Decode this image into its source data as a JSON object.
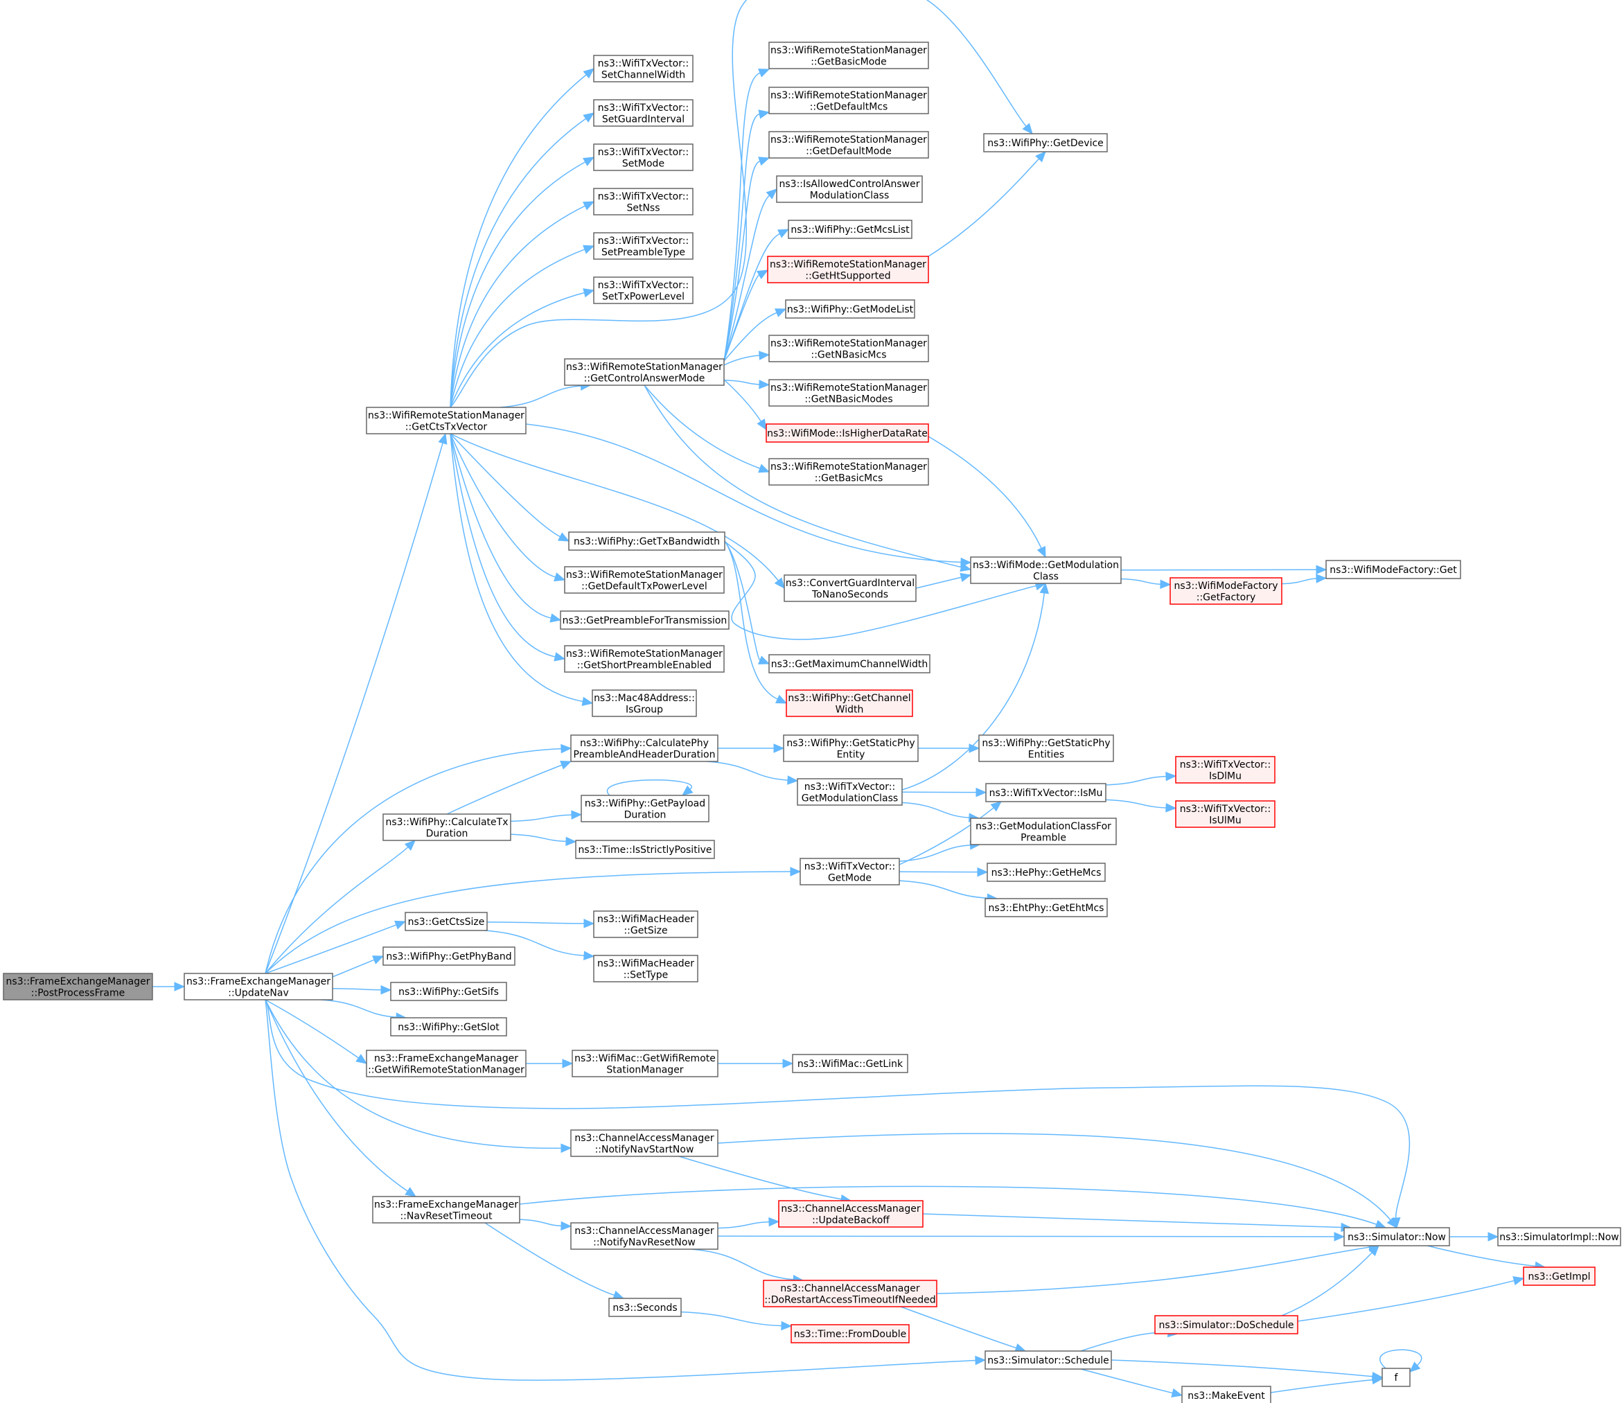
{
  "nodes": [
    {
      "id": "root",
      "lines": [
        "ns3::FrameExchangeManager",
        "::PostProcessFrame"
      ],
      "style": "root"
    },
    {
      "id": "updateNav",
      "lines": [
        "ns3::FrameExchangeManager",
        "::UpdateNav"
      ],
      "style": "normal"
    },
    {
      "id": "getCtsTx",
      "lines": [
        "ns3::WifiRemoteStationManager",
        "::GetCtsTxVector"
      ],
      "style": "normal"
    },
    {
      "id": "setChW",
      "lines": [
        "ns3::WifiTxVector::",
        "SetChannelWidth"
      ],
      "style": "normal"
    },
    {
      "id": "setGI",
      "lines": [
        "ns3::WifiTxVector::",
        "SetGuardInterval"
      ],
      "style": "normal"
    },
    {
      "id": "setMode",
      "lines": [
        "ns3::WifiTxVector::",
        "SetMode"
      ],
      "style": "normal"
    },
    {
      "id": "setNss",
      "lines": [
        "ns3::WifiTxVector::",
        "SetNss"
      ],
      "style": "normal"
    },
    {
      "id": "setPre",
      "lines": [
        "ns3::WifiTxVector::",
        "SetPreambleType"
      ],
      "style": "normal"
    },
    {
      "id": "setTxP",
      "lines": [
        "ns3::WifiTxVector::",
        "SetTxPowerLevel"
      ],
      "style": "normal"
    },
    {
      "id": "getCtrlAns",
      "lines": [
        "ns3::WifiRemoteStationManager",
        "::GetControlAnswerMode"
      ],
      "style": "normal"
    },
    {
      "id": "getBasicMode",
      "lines": [
        "ns3::WifiRemoteStationManager",
        "::GetBasicMode"
      ],
      "style": "normal"
    },
    {
      "id": "getDefMcs",
      "lines": [
        "ns3::WifiRemoteStationManager",
        "::GetDefaultMcs"
      ],
      "style": "normal"
    },
    {
      "id": "getDefMode",
      "lines": [
        "ns3::WifiRemoteStationManager",
        "::GetDefaultMode"
      ],
      "style": "normal"
    },
    {
      "id": "isAllowed",
      "lines": [
        "ns3::IsAllowedControlAnswer",
        "ModulationClass"
      ],
      "style": "normal"
    },
    {
      "id": "getMcsList",
      "lines": [
        "ns3::WifiPhy::GetMcsList"
      ],
      "style": "normal"
    },
    {
      "id": "getHtSup",
      "lines": [
        "ns3::WifiRemoteStationManager",
        "::GetHtSupported"
      ],
      "style": "red"
    },
    {
      "id": "getModeList",
      "lines": [
        "ns3::WifiPhy::GetModeList"
      ],
      "style": "normal"
    },
    {
      "id": "getNBasicMcs",
      "lines": [
        "ns3::WifiRemoteStationManager",
        "::GetNBasicMcs"
      ],
      "style": "normal"
    },
    {
      "id": "getNBasicModes",
      "lines": [
        "ns3::WifiRemoteStationManager",
        "::GetNBasicModes"
      ],
      "style": "normal"
    },
    {
      "id": "isHigher",
      "lines": [
        "ns3::WifiMode::IsHigherDataRate"
      ],
      "style": "red"
    },
    {
      "id": "getBasicMcs",
      "lines": [
        "ns3::WifiRemoteStationManager",
        "::GetBasicMcs"
      ],
      "style": "normal"
    },
    {
      "id": "getDevice",
      "lines": [
        "ns3::WifiPhy::GetDevice"
      ],
      "style": "normal"
    },
    {
      "id": "getModClass",
      "lines": [
        "ns3::WifiMode::GetModulation",
        "Class"
      ],
      "style": "normal"
    },
    {
      "id": "wmfGet",
      "lines": [
        "ns3::WifiModeFactory::Get"
      ],
      "style": "normal"
    },
    {
      "id": "wmfGetFactory",
      "lines": [
        "ns3::WifiModeFactory",
        "::GetFactory"
      ],
      "style": "red"
    },
    {
      "id": "getTxBw",
      "lines": [
        "ns3::WifiPhy::GetTxBandwidth"
      ],
      "style": "normal"
    },
    {
      "id": "getDefTxPow",
      "lines": [
        "ns3::WifiRemoteStationManager",
        "::GetDefaultTxPowerLevel"
      ],
      "style": "normal"
    },
    {
      "id": "getPreForTx",
      "lines": [
        "ns3::GetPreambleForTransmission"
      ],
      "style": "normal"
    },
    {
      "id": "getShortPre",
      "lines": [
        "ns3::WifiRemoteStationManager",
        "::GetShortPreambleEnabled"
      ],
      "style": "normal"
    },
    {
      "id": "isGroup",
      "lines": [
        "ns3::Mac48Address::",
        "IsGroup"
      ],
      "style": "normal"
    },
    {
      "id": "convGI",
      "lines": [
        "ns3::ConvertGuardInterval",
        "ToNanoSeconds"
      ],
      "style": "normal"
    },
    {
      "id": "getMaxChW",
      "lines": [
        "ns3::GetMaximumChannelWidth"
      ],
      "style": "normal"
    },
    {
      "id": "getChW",
      "lines": [
        "ns3::WifiPhy::GetChannel",
        "Width"
      ],
      "style": "red"
    },
    {
      "id": "calcPhyPre",
      "lines": [
        "ns3::WifiPhy::CalculatePhy",
        "PreambleAndHeaderDuration"
      ],
      "style": "normal"
    },
    {
      "id": "getStaticPhyEntity",
      "lines": [
        "ns3::WifiPhy::GetStaticPhy",
        "Entity"
      ],
      "style": "normal"
    },
    {
      "id": "getStaticPhyEntities",
      "lines": [
        "ns3::WifiPhy::GetStaticPhy",
        "Entities"
      ],
      "style": "normal"
    },
    {
      "id": "txvGetModClass",
      "lines": [
        "ns3::WifiTxVector::",
        "GetModulationClass"
      ],
      "style": "normal"
    },
    {
      "id": "calcTxDur",
      "lines": [
        "ns3::WifiPhy::CalculateTx",
        "Duration"
      ],
      "style": "normal"
    },
    {
      "id": "getPayloadDur",
      "lines": [
        "ns3::WifiPhy::GetPayload",
        "Duration"
      ],
      "style": "normal"
    },
    {
      "id": "isStrictlyPos",
      "lines": [
        "ns3::Time::IsStrictlyPositive"
      ],
      "style": "normal"
    },
    {
      "id": "isMu",
      "lines": [
        "ns3::WifiTxVector::IsMu"
      ],
      "style": "normal"
    },
    {
      "id": "isDlMu",
      "lines": [
        "ns3::WifiTxVector::",
        "IsDlMu"
      ],
      "style": "red"
    },
    {
      "id": "isUlMu",
      "lines": [
        "ns3::WifiTxVector::",
        "IsUlMu"
      ],
      "style": "red"
    },
    {
      "id": "getModClassForPre",
      "lines": [
        "ns3::GetModulationClassFor",
        "Preamble"
      ],
      "style": "normal"
    },
    {
      "id": "txvGetMode",
      "lines": [
        "ns3::WifiTxVector::",
        "GetMode"
      ],
      "style": "normal"
    },
    {
      "id": "getHeMcs",
      "lines": [
        "ns3::HePhy::GetHeMcs"
      ],
      "style": "normal"
    },
    {
      "id": "getEhtMcs",
      "lines": [
        "ns3::EhtPhy::GetEhtMcs"
      ],
      "style": "normal"
    },
    {
      "id": "getCtsSize",
      "lines": [
        "ns3::GetCtsSize"
      ],
      "style": "normal"
    },
    {
      "id": "macGetSize",
      "lines": [
        "ns3::WifiMacHeader",
        "::GetSize"
      ],
      "style": "normal"
    },
    {
      "id": "macSetType",
      "lines": [
        "ns3::WifiMacHeader",
        "::SetType"
      ],
      "style": "normal"
    },
    {
      "id": "getPhyBand",
      "lines": [
        "ns3::WifiPhy::GetPhyBand"
      ],
      "style": "normal"
    },
    {
      "id": "getSifs",
      "lines": [
        "ns3::WifiPhy::GetSifs"
      ],
      "style": "normal"
    },
    {
      "id": "getSlot",
      "lines": [
        "ns3::WifiPhy::GetSlot"
      ],
      "style": "normal"
    },
    {
      "id": "femGetWrsm",
      "lines": [
        "ns3::FrameExchangeManager",
        "::GetWifiRemoteStationManager"
      ],
      "style": "normal"
    },
    {
      "id": "macGetWrsm",
      "lines": [
        "ns3::WifiMac::GetWifiRemote",
        "StationManager"
      ],
      "style": "normal"
    },
    {
      "id": "macGetLink",
      "lines": [
        "ns3::WifiMac::GetLink"
      ],
      "style": "normal"
    },
    {
      "id": "notifyNavStart",
      "lines": [
        "ns3::ChannelAccessManager",
        "::NotifyNavStartNow"
      ],
      "style": "normal"
    },
    {
      "id": "navResetTimeout",
      "lines": [
        "ns3::FrameExchangeManager",
        "::NavResetTimeout"
      ],
      "style": "normal"
    },
    {
      "id": "updateBackoff",
      "lines": [
        "ns3::ChannelAccessManager",
        "::UpdateBackoff"
      ],
      "style": "red"
    },
    {
      "id": "notifyNavReset",
      "lines": [
        "ns3::ChannelAccessManager",
        "::NotifyNavResetNow"
      ],
      "style": "normal"
    },
    {
      "id": "doRestart",
      "lines": [
        "ns3::ChannelAccessManager",
        "::DoRestartAccessTimeoutIfNeeded"
      ],
      "style": "red"
    },
    {
      "id": "seconds",
      "lines": [
        "ns3::Seconds"
      ],
      "style": "normal"
    },
    {
      "id": "fromDouble",
      "lines": [
        "ns3::Time::FromDouble"
      ],
      "style": "red"
    },
    {
      "id": "simNow",
      "lines": [
        "ns3::Simulator::Now"
      ],
      "style": "normal"
    },
    {
      "id": "simImplNow",
      "lines": [
        "ns3::SimulatorImpl::Now"
      ],
      "style": "normal"
    },
    {
      "id": "getImpl",
      "lines": [
        "ns3::GetImpl"
      ],
      "style": "red"
    },
    {
      "id": "doSchedule",
      "lines": [
        "ns3::Simulator::DoSchedule"
      ],
      "style": "red"
    },
    {
      "id": "schedule",
      "lines": [
        "ns3::Simulator::Schedule"
      ],
      "style": "normal"
    },
    {
      "id": "f",
      "lines": [
        "f"
      ],
      "style": "normal"
    },
    {
      "id": "makeEvent",
      "lines": [
        "ns3::MakeEvent"
      ],
      "style": "normal"
    }
  ],
  "edges": [
    [
      "root",
      "updateNav"
    ],
    [
      "updateNav",
      "getCtsTx"
    ],
    [
      "getCtsTx",
      "setChW"
    ],
    [
      "getCtsTx",
      "setGI"
    ],
    [
      "getCtsTx",
      "setMode"
    ],
    [
      "getCtsTx",
      "setNss"
    ],
    [
      "getCtsTx",
      "setPre"
    ],
    [
      "getCtsTx",
      "setTxP"
    ],
    [
      "getCtsTx",
      "getCtrlAns"
    ],
    [
      "getCtsTx",
      "getDevice"
    ],
    [
      "getCtsTx",
      "getModClass"
    ],
    [
      "getCtsTx",
      "getTxBw"
    ],
    [
      "getCtsTx",
      "getDefTxPow"
    ],
    [
      "getCtsTx",
      "getPreForTx"
    ],
    [
      "getCtsTx",
      "getShortPre"
    ],
    [
      "getCtsTx",
      "isGroup"
    ],
    [
      "getCtsTx",
      "convGI"
    ],
    [
      "getCtrlAns",
      "getBasicMode"
    ],
    [
      "getCtrlAns",
      "getDefMcs"
    ],
    [
      "getCtrlAns",
      "getDefMode"
    ],
    [
      "getCtrlAns",
      "isAllowed"
    ],
    [
      "getCtrlAns",
      "getMcsList"
    ],
    [
      "getCtrlAns",
      "getHtSup"
    ],
    [
      "getCtrlAns",
      "getModeList"
    ],
    [
      "getCtrlAns",
      "getNBasicMcs"
    ],
    [
      "getCtrlAns",
      "getNBasicModes"
    ],
    [
      "getCtrlAns",
      "isHigher"
    ],
    [
      "getCtrlAns",
      "getBasicMcs"
    ],
    [
      "getCtrlAns",
      "getModClass"
    ],
    [
      "getHtSup",
      "getDevice"
    ],
    [
      "isHigher",
      "getModClass"
    ],
    [
      "getModClass",
      "wmfGet"
    ],
    [
      "getModClass",
      "wmfGetFactory"
    ],
    [
      "wmfGetFactory",
      "wmfGet"
    ],
    [
      "getTxBw",
      "getModClass"
    ],
    [
      "getTxBw",
      "getMaxChW"
    ],
    [
      "getTxBw",
      "getChW"
    ],
    [
      "convGI",
      "getModClass"
    ],
    [
      "updateNav",
      "calcPhyPre"
    ],
    [
      "calcPhyPre",
      "getStaticPhyEntity"
    ],
    [
      "calcPhyPre",
      "txvGetModClass"
    ],
    [
      "getStaticPhyEntity",
      "getStaticPhyEntities"
    ],
    [
      "txvGetModClass",
      "getModClass"
    ],
    [
      "txvGetModClass",
      "isMu"
    ],
    [
      "txvGetModClass",
      "getModClassForPre"
    ],
    [
      "updateNav",
      "calcTxDur"
    ],
    [
      "calcTxDur",
      "calcPhyPre"
    ],
    [
      "calcTxDur",
      "getPayloadDur"
    ],
    [
      "calcTxDur",
      "isStrictlyPos"
    ],
    [
      "getPayloadDur",
      "getPayloadDur"
    ],
    [
      "isMu",
      "isDlMu"
    ],
    [
      "isMu",
      "isUlMu"
    ],
    [
      "updateNav",
      "txvGetMode"
    ],
    [
      "txvGetMode",
      "isMu"
    ],
    [
      "txvGetMode",
      "getModClassForPre"
    ],
    [
      "txvGetMode",
      "getHeMcs"
    ],
    [
      "txvGetMode",
      "getEhtMcs"
    ],
    [
      "updateNav",
      "getCtsSize"
    ],
    [
      "getCtsSize",
      "macGetSize"
    ],
    [
      "getCtsSize",
      "macSetType"
    ],
    [
      "updateNav",
      "getPhyBand"
    ],
    [
      "updateNav",
      "getSifs"
    ],
    [
      "updateNav",
      "getSlot"
    ],
    [
      "updateNav",
      "femGetWrsm"
    ],
    [
      "femGetWrsm",
      "macGetWrsm"
    ],
    [
      "macGetWrsm",
      "macGetLink"
    ],
    [
      "updateNav",
      "simNow"
    ],
    [
      "updateNav",
      "notifyNavStart"
    ],
    [
      "notifyNavStart",
      "simNow"
    ],
    [
      "notifyNavStart",
      "updateBackoff"
    ],
    [
      "updateNav",
      "navResetTimeout"
    ],
    [
      "navResetTimeout",
      "simNow"
    ],
    [
      "navResetTimeout",
      "notifyNavReset"
    ],
    [
      "navResetTimeout",
      "seconds"
    ],
    [
      "notifyNavReset",
      "updateBackoff"
    ],
    [
      "notifyNavReset",
      "simNow"
    ],
    [
      "notifyNavReset",
      "doRestart"
    ],
    [
      "updateBackoff",
      "simNow"
    ],
    [
      "doRestart",
      "simNow"
    ],
    [
      "doRestart",
      "schedule"
    ],
    [
      "seconds",
      "fromDouble"
    ],
    [
      "updateNav",
      "schedule"
    ],
    [
      "simNow",
      "simImplNow"
    ],
    [
      "simNow",
      "getImpl"
    ],
    [
      "schedule",
      "doSchedule"
    ],
    [
      "schedule",
      "f"
    ],
    [
      "schedule",
      "makeEvent"
    ],
    [
      "doSchedule",
      "simNow"
    ],
    [
      "doSchedule",
      "getImpl"
    ],
    [
      "f",
      "f"
    ],
    [
      "makeEvent",
      "f"
    ]
  ]
}
